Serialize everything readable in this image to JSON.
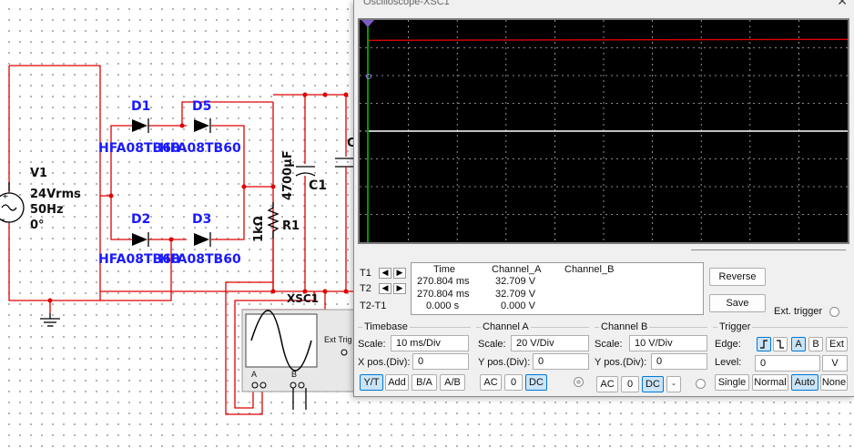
{
  "schematic": {
    "v1": {
      "name": "V1",
      "voltage": "24Vrms",
      "freq": "50Hz",
      "phase": "0°"
    },
    "diodes": [
      {
        "name": "D1",
        "model": "HFA08TB60"
      },
      {
        "name": "D5",
        "model": "HFA08TB60"
      },
      {
        "name": "D2",
        "model": "HFA08TB60"
      },
      {
        "name": "D3",
        "model": "HFA08TB60"
      }
    ],
    "resistor": {
      "name": "R1",
      "value": "1kΩ"
    },
    "capacitor": {
      "name": "C1",
      "value": "4700µF"
    },
    "cap2_label": "C",
    "scope_ref": "XSC1",
    "scope_icon": {
      "ext_trig": "Ext Trig",
      "ch_a": "A",
      "ch_b": "B"
    }
  },
  "osc": {
    "title": "Oscilloscope-XSC1",
    "colors": {
      "channel_a": "#e00000",
      "channel_b": "#ffffff",
      "grid": "#ffffff",
      "cursor": "#00c000"
    },
    "trace_a_level_div": 3.27,
    "trace_b_level_div": 0,
    "readout": {
      "headers": {
        "time": "Time",
        "cha": "Channel_A",
        "chb": "Channel_B"
      },
      "t1": {
        "label": "T1",
        "time": "270.804 ms",
        "cha": "32.709 V",
        "chb": ""
      },
      "t2": {
        "label": "T2",
        "time": "270.804 ms",
        "cha": "32.709 V",
        "chb": ""
      },
      "dt": {
        "label": "T2-T1",
        "time": "0.000 s",
        "cha": "0.000 V",
        "chb": ""
      }
    },
    "buttons": {
      "reverse": "Reverse",
      "save": "Save",
      "ext_trigger": "Ext. trigger"
    },
    "timebase": {
      "title": "Timebase",
      "scale_label": "Scale:",
      "scale": "10 ms/Div",
      "xpos_label": "X pos.(Div):",
      "xpos": "0",
      "modes": [
        "Y/T",
        "Add",
        "B/A",
        "A/B"
      ]
    },
    "channel_a": {
      "title": "Channel A",
      "scale_label": "Scale:",
      "scale": "20  V/Div",
      "ypos_label": "Y pos.(Div):",
      "ypos": "0",
      "coupling": [
        "AC",
        "0",
        "DC"
      ]
    },
    "channel_b": {
      "title": "Channel B",
      "scale_label": "Scale:",
      "scale": "10  V/Div",
      "ypos_label": "Y pos.(Div):",
      "ypos": "0",
      "coupling": [
        "AC",
        "0",
        "DC",
        "-"
      ]
    },
    "trigger": {
      "title": "Trigger",
      "edge_label": "Edge:",
      "edge": [
        "A",
        "B",
        "Ext"
      ],
      "level_label": "Level:",
      "level": "0",
      "level_unit": "V",
      "modes": [
        "Single",
        "Normal",
        "Auto",
        "None"
      ]
    }
  }
}
